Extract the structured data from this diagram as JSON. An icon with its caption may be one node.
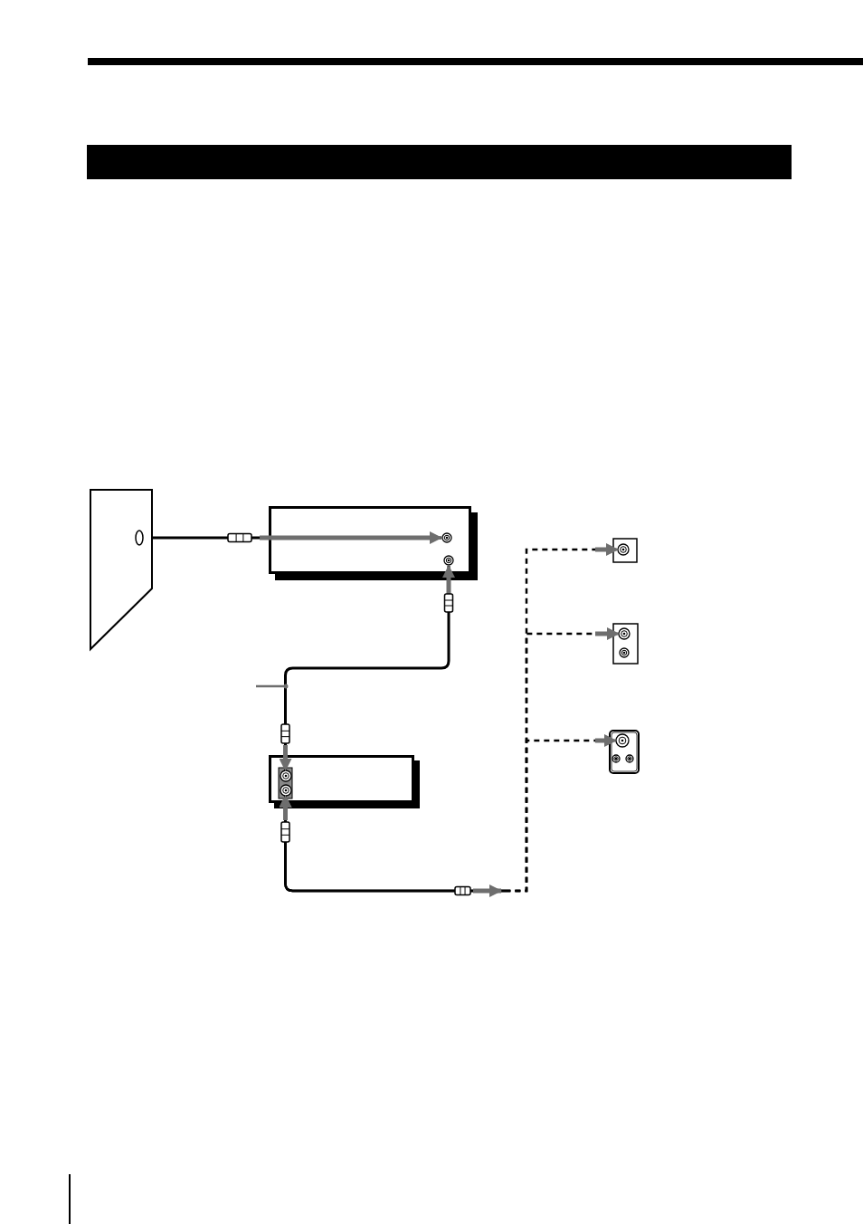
{
  "diagram": {
    "nodes": [
      {
        "text": [],
        "shape": "picture"
      },
      {
        "text": [],
        "shape": "box"
      },
      {
        "text": [],
        "shape": "box"
      },
      {
        "text": [],
        "shape": "box"
      },
      {
        "text": [],
        "shape": "box"
      },
      {
        "text": [],
        "shape": "box"
      }
    ],
    "edges": [
      {
        "from": 0,
        "to": 1,
        "arrow": "to"
      },
      {
        "from": 1,
        "to": 2,
        "arrow": "both"
      },
      {
        "from": 2,
        "to": 3,
        "arrow": "both",
        "style": "dashed"
      },
      {
        "from": 2,
        "to": 4,
        "arrow": "both",
        "style": "dashed"
      },
      {
        "from": 2,
        "to": 5,
        "arrow": "both",
        "style": "dashed"
      }
    ]
  }
}
